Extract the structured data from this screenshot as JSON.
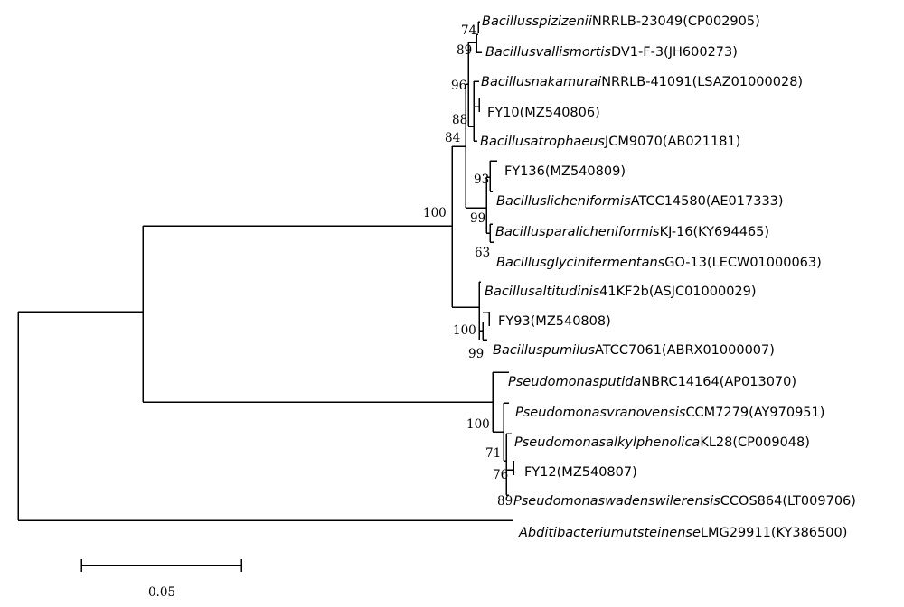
{
  "taxa": {
    "spizizenii": {
      "italic": "Bacillusspizizenii",
      "rest": "NRRLB-23049(CP002905)"
    },
    "vallismortis": {
      "italic": "Bacillusvallismortis",
      "rest": "DV1-F-3(JH600273)"
    },
    "nakamurai": {
      "italic": "Bacillusnakamurai",
      "rest": "NRRLB-41091(LSAZ01000028)"
    },
    "fy10": {
      "italic": "",
      "rest": "FY10(MZ540806)"
    },
    "atrophaeus": {
      "italic": "Bacillusatrophaeus",
      "rest": "JCM9070(AB021181)"
    },
    "fy136": {
      "italic": "",
      "rest": "FY136(MZ540809)"
    },
    "licheniformis": {
      "italic": "Bacilluslicheniformis",
      "rest": "ATCC14580(AE017333)"
    },
    "paralicheniformis": {
      "italic": "Bacillusparalicheniformis",
      "rest": "KJ-16(KY694465)"
    },
    "glycinifermentans": {
      "italic": "Bacillusglycinifermentans",
      "rest": "GO-13(LECW01000063)"
    },
    "altitudinis": {
      "italic": "Bacillusaltitudinis",
      "rest": "41KF2b(ASJC01000029)"
    },
    "fy93": {
      "italic": "",
      "rest": "FY93(MZ540808)"
    },
    "pumilus": {
      "italic": "Bacilluspumilus",
      "rest": "ATCC7061(ABRX01000007)"
    },
    "putida": {
      "italic": "Pseudomonasputida",
      "rest": "NBRC14164(AP013070)"
    },
    "vranovensis": {
      "italic": "Pseudomonasvranovensis",
      "rest": "CCM7279(AY970951)"
    },
    "alkylphenolica": {
      "italic": "Pseudomonasalkylphenolica",
      "rest": "KL28(CP009048)"
    },
    "fy12": {
      "italic": "",
      "rest": "FY12(MZ540807)"
    },
    "wadenswilerensis": {
      "italic": "Pseudomonaswadenswilerensis",
      "rest": "CCOS864(LT009706)"
    },
    "abditibacterium": {
      "italic": "Abditibacteriumutsteinense",
      "rest": "LMG29911(KY386500)"
    }
  },
  "bootstrap": {
    "b74": "74",
    "b89a": "89",
    "b96": "96",
    "b88": "88",
    "b84": "84",
    "b93": "93",
    "b99a": "99",
    "b63": "63",
    "b100a": "100",
    "b100b": "100",
    "b99b": "99",
    "b100c": "100",
    "b71": "71",
    "b76": "76",
    "b89b": "89"
  },
  "scale": {
    "label": "0.05"
  }
}
